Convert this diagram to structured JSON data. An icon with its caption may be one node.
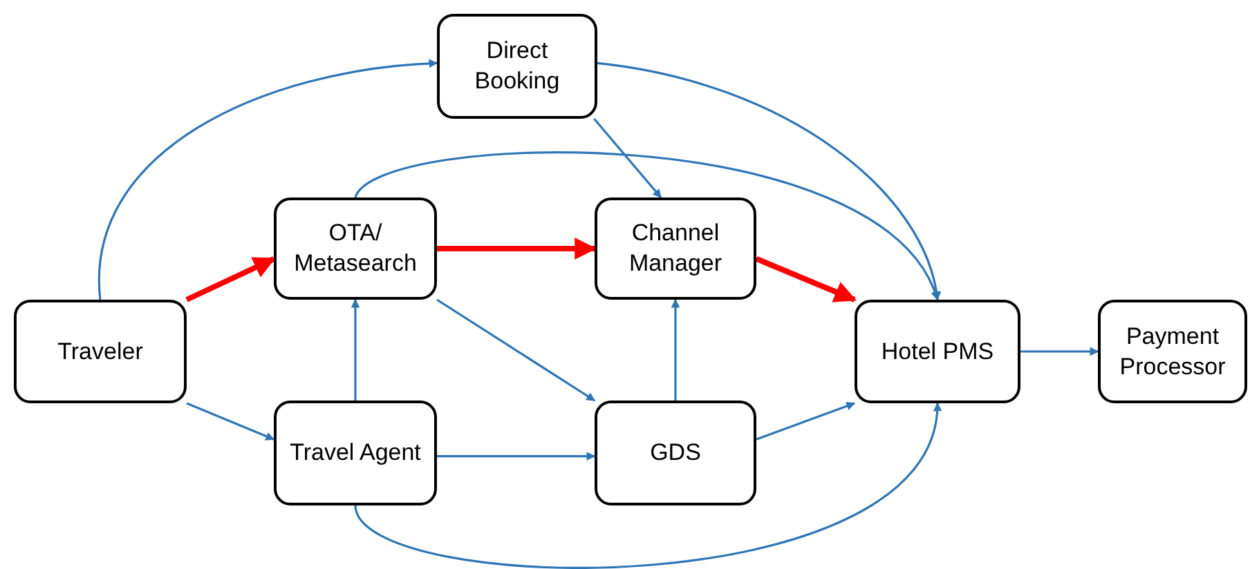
{
  "diagram": {
    "nodes": [
      {
        "text": [
          "Direct Booking"
        ]
      },
      {
        "text": [
          "OTA/ Metasearch"
        ]
      },
      {
        "text": [
          "Channel Manager"
        ]
      },
      {
        "text": [
          "Traveler"
        ]
      },
      {
        "text": [
          "Hotel PMS"
        ]
      },
      {
        "text": [
          "Payment Processor"
        ]
      },
      {
        "text": [
          "Travel Agent"
        ]
      },
      {
        "text": [
          "GDS"
        ]
      }
    ],
    "edges": [
      {
        "from": 3,
        "to": 0,
        "arrow": "to"
      },
      {
        "from": 0,
        "to": 4,
        "arrow": "to"
      },
      {
        "from": 0,
        "to": 2,
        "arrow": "to"
      },
      {
        "from": 1,
        "to": 4,
        "arrow": "to"
      },
      {
        "from": 3,
        "to": 1,
        "arrow": "to",
        "style": "thick",
        "color": "#ff0000"
      },
      {
        "from": 1,
        "to": 2,
        "arrow": "to",
        "style": "thick",
        "color": "#ff0000"
      },
      {
        "from": 2,
        "to": 4,
        "arrow": "to",
        "style": "thick",
        "color": "#ff0000"
      },
      {
        "from": 3,
        "to": 6,
        "arrow": "to"
      },
      {
        "from": 6,
        "to": 1,
        "arrow": "to"
      },
      {
        "from": 1,
        "to": 7,
        "arrow": "to"
      },
      {
        "from": 6,
        "to": 7,
        "arrow": "to"
      },
      {
        "from": 7,
        "to": 2,
        "arrow": "to"
      },
      {
        "from": 7,
        "to": 4,
        "arrow": "to"
      },
      {
        "from": 6,
        "to": 4,
        "arrow": "to"
      },
      {
        "from": 4,
        "to": 5,
        "arrow": "to"
      }
    ]
  }
}
